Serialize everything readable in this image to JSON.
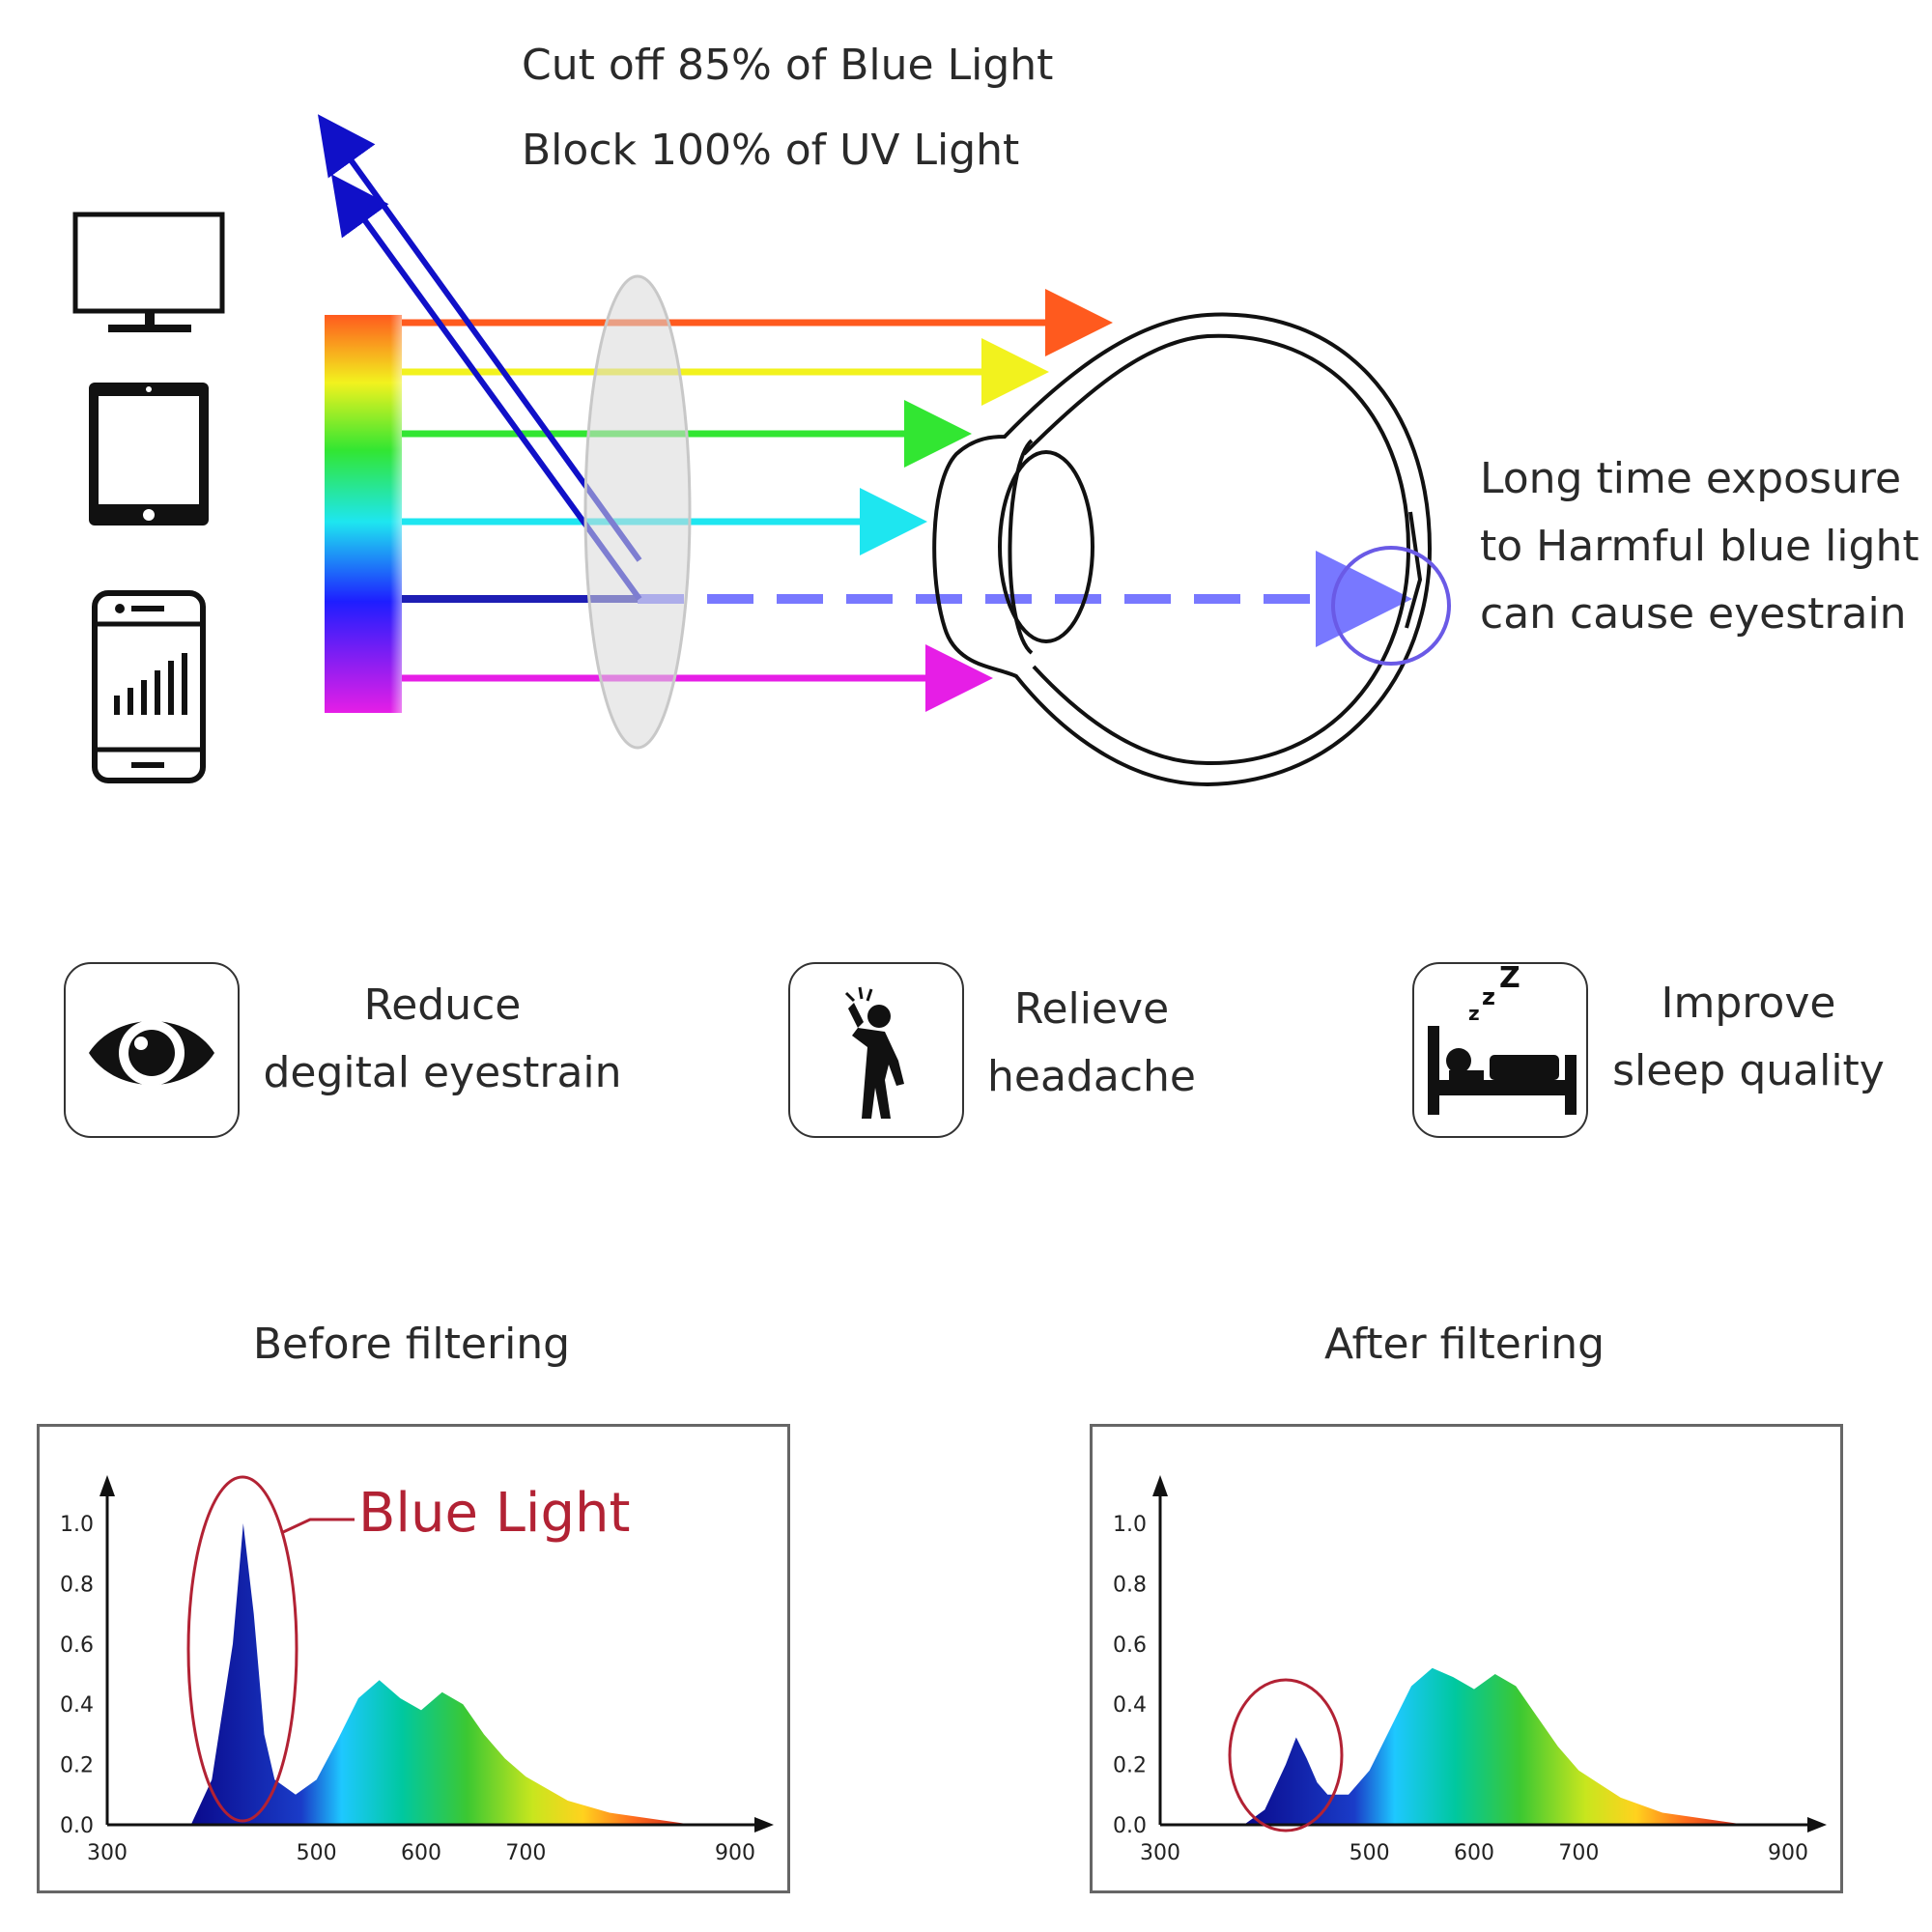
{
  "top": {
    "headline1": "Cut off 85% of Blue Light",
    "headline2": "Block 100% of UV Light"
  },
  "devices": {
    "icons": [
      "monitor-icon",
      "tablet-icon",
      "phone-icon"
    ]
  },
  "eye_note": {
    "line1": "Long time exposure",
    "line2": "to Harmful blue light",
    "line3": "can cause eyestrain"
  },
  "benefits": [
    {
      "icon": "eye-icon",
      "line1": "Reduce",
      "line2": "degital eyestrain"
    },
    {
      "icon": "headache-person-icon",
      "line1": "Relieve",
      "line2": "headache"
    },
    {
      "icon": "sleeping-bed-icon",
      "line1": "Improve",
      "line2": "sleep quality"
    }
  ],
  "colors": {
    "rays": [
      "#ff5a1e",
      "#f2f21e",
      "#32e632",
      "#1ee6f0",
      "#1e1eb4",
      "#e61ee6"
    ],
    "blue_arrow": "#1010c8",
    "dashed_blue": "#7878ff",
    "highlight_circle": "#6a5ae6",
    "annotation_red": "#b22234"
  },
  "chart_data": [
    {
      "type": "area",
      "title": "Before filtering",
      "annotation": "Blue Light",
      "x_ticks": [
        "300",
        "500",
        "600",
        "700",
        "900"
      ],
      "y_ticks": [
        "0.0",
        "0.2",
        "0.4",
        "0.6",
        "0.8",
        "1.0"
      ],
      "xlim": [
        300,
        900
      ],
      "ylim": [
        0,
        1.0
      ],
      "x": [
        380,
        400,
        420,
        430,
        440,
        450,
        460,
        480,
        500,
        520,
        540,
        560,
        580,
        600,
        620,
        640,
        660,
        680,
        700,
        740,
        780,
        820,
        860
      ],
      "y": [
        0.0,
        0.15,
        0.6,
        1.0,
        0.7,
        0.3,
        0.15,
        0.1,
        0.15,
        0.28,
        0.42,
        0.48,
        0.42,
        0.38,
        0.44,
        0.4,
        0.3,
        0.22,
        0.16,
        0.08,
        0.04,
        0.02,
        0.0
      ]
    },
    {
      "type": "area",
      "title": "After filtering",
      "x_ticks": [
        "300",
        "500",
        "600",
        "700",
        "900"
      ],
      "y_ticks": [
        "0.0",
        "0.2",
        "0.4",
        "0.6",
        "0.8",
        "1.0"
      ],
      "xlim": [
        300,
        900
      ],
      "ylim": [
        0,
        1.0
      ],
      "x": [
        380,
        400,
        420,
        430,
        440,
        450,
        460,
        480,
        500,
        520,
        540,
        560,
        580,
        600,
        620,
        640,
        660,
        680,
        700,
        740,
        780,
        820,
        860
      ],
      "y": [
        0.0,
        0.05,
        0.2,
        0.29,
        0.22,
        0.14,
        0.1,
        0.1,
        0.18,
        0.32,
        0.46,
        0.52,
        0.49,
        0.45,
        0.5,
        0.46,
        0.36,
        0.26,
        0.18,
        0.09,
        0.04,
        0.02,
        0.0
      ]
    }
  ]
}
